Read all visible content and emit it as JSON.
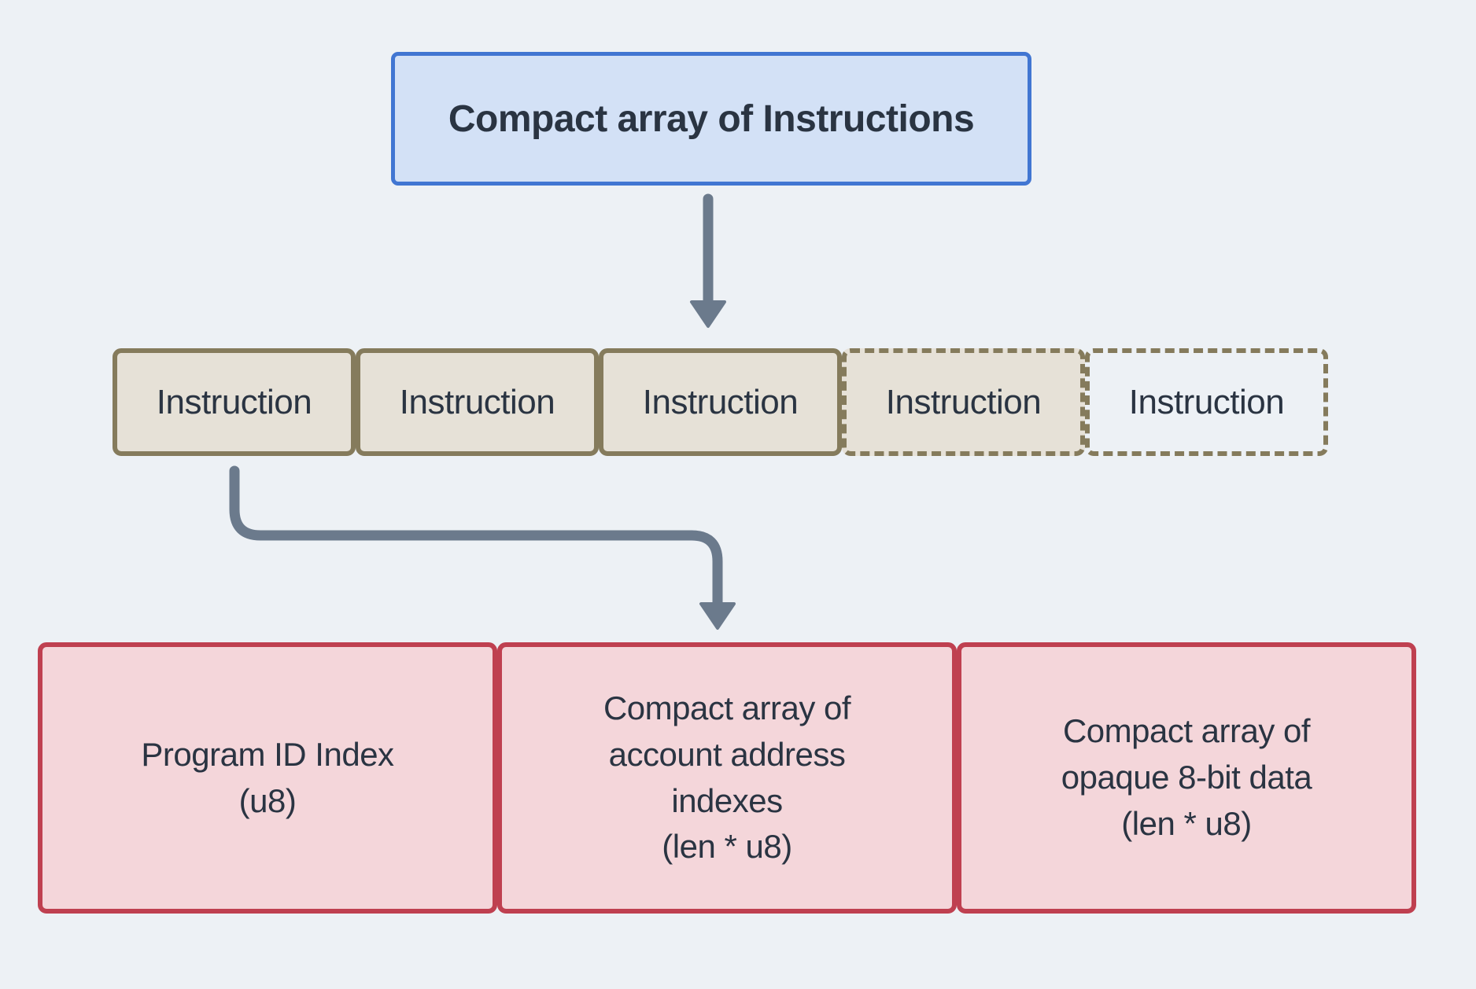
{
  "colors": {
    "canvas-bg": "#edf1f5",
    "title-fill": "#d3e1f6",
    "title-border": "#4176d2",
    "instr-fill": "#e6e1d7",
    "instr-border": "#857b5c",
    "detail-fill": "#f4d6da",
    "detail-border": "#bf4050",
    "arrow": "#6b7a8c",
    "text": "#2a3442"
  },
  "title_box": {
    "label": "Compact array of Instructions"
  },
  "instruction_row": {
    "items": [
      {
        "label": "Instruction",
        "variant": "solid"
      },
      {
        "label": "Instruction",
        "variant": "solid"
      },
      {
        "label": "Instruction",
        "variant": "solid"
      },
      {
        "label": "Instruction",
        "variant": "dashed-filled"
      },
      {
        "label": "Instruction",
        "variant": "dashed-empty"
      }
    ]
  },
  "detail_row": {
    "items": [
      {
        "label": "Program ID Index\n(u8)"
      },
      {
        "label": "Compact array of\naccount address\nindexes\n(len * u8)"
      },
      {
        "label": "Compact array of\nopaque 8-bit data\n(len * u8)"
      }
    ]
  }
}
